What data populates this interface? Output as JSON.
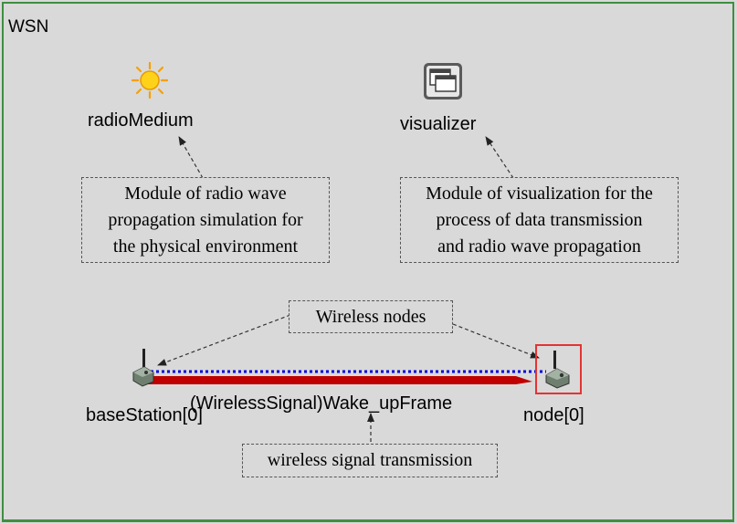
{
  "network": {
    "title": "WSN"
  },
  "modules": {
    "radio_medium": {
      "label": "radioMedium",
      "icon": "sun-icon"
    },
    "visualizer": {
      "label": "visualizer",
      "icon": "window-icon"
    },
    "base_station": {
      "label": "baseStation[0]",
      "icon": "wireless-node-icon"
    },
    "node": {
      "label": "node[0]",
      "icon": "wireless-node-icon"
    }
  },
  "signal": {
    "label": "(WirelessSignal)Wake_upFrame"
  },
  "callouts": {
    "radio_medium": [
      "Module of radio wave",
      "propagation simulation for",
      "the physical environment"
    ],
    "visualizer": [
      "Module of visualization for the",
      "process of data transmission",
      "and radio wave propagation"
    ],
    "wireless_nodes": "Wireless nodes",
    "signal": "wireless signal transmission"
  },
  "colors": {
    "frame": "#3f8e3f",
    "canvas": "#d9d9d9",
    "signal_bar": "#c00000",
    "link_line": "#0000e0",
    "selection": "#e53333"
  }
}
